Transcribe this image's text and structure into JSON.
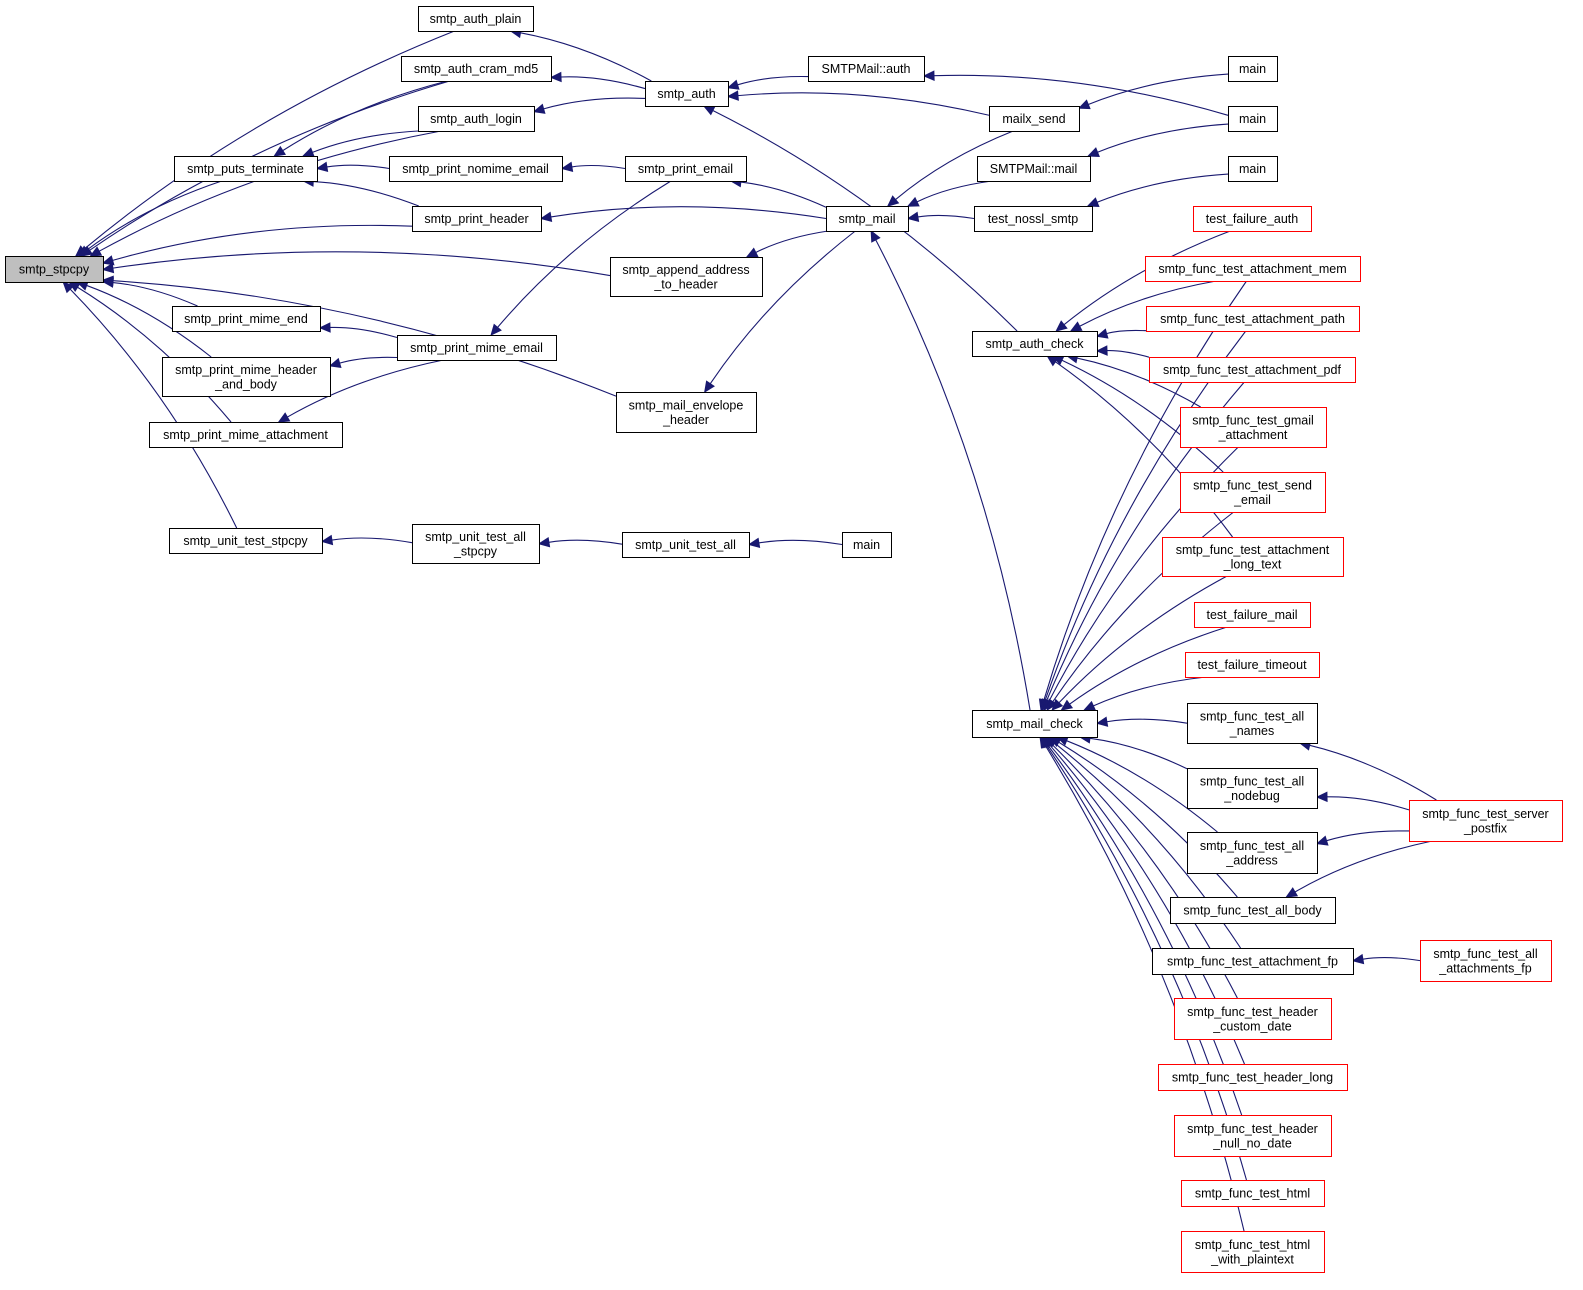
{
  "diagram": {
    "type": "call-graph",
    "root": "smtp_stpcpy",
    "colors": {
      "edge": "#191970",
      "root_fill": "#bfbfbf",
      "node_border": "#000000",
      "truncated_border": "#ff0000"
    },
    "nodes": [
      {
        "id": "stpcpy",
        "lines": [
          "smtp_stpcpy"
        ],
        "kind": "root"
      },
      {
        "id": "auth_plain",
        "lines": [
          "smtp_auth_plain"
        ]
      },
      {
        "id": "auth_cram",
        "lines": [
          "smtp_auth_cram_md5"
        ]
      },
      {
        "id": "auth_login",
        "lines": [
          "smtp_auth_login"
        ]
      },
      {
        "id": "puts_term",
        "lines": [
          "smtp_puts_terminate"
        ]
      },
      {
        "id": "print_nomime",
        "lines": [
          "smtp_print_nomime_email"
        ]
      },
      {
        "id": "print_header",
        "lines": [
          "smtp_print_header"
        ]
      },
      {
        "id": "append_addr",
        "lines": [
          "smtp_append_address",
          "_to_header"
        ]
      },
      {
        "id": "mime_end",
        "lines": [
          "smtp_print_mime_end"
        ]
      },
      {
        "id": "mime_hdr_body",
        "lines": [
          "smtp_print_mime_header",
          "_and_body"
        ]
      },
      {
        "id": "mime_email",
        "lines": [
          "smtp_print_mime_email"
        ]
      },
      {
        "id": "mime_attach",
        "lines": [
          "smtp_print_mime_attachment"
        ]
      },
      {
        "id": "env_header",
        "lines": [
          "smtp_mail_envelope",
          "_header"
        ]
      },
      {
        "id": "unit_stpcpy",
        "lines": [
          "smtp_unit_test_stpcpy"
        ]
      },
      {
        "id": "unit_all_stpcpy",
        "lines": [
          "smtp_unit_test_all",
          "_stpcpy"
        ]
      },
      {
        "id": "unit_all",
        "lines": [
          "smtp_unit_test_all"
        ]
      },
      {
        "id": "main_unit",
        "lines": [
          "main"
        ]
      },
      {
        "id": "smtp_auth",
        "lines": [
          "smtp_auth"
        ]
      },
      {
        "id": "print_email",
        "lines": [
          "smtp_print_email"
        ]
      },
      {
        "id": "smtp_mail",
        "lines": [
          "smtp_mail"
        ]
      },
      {
        "id": "smtpmail_auth",
        "lines": [
          "SMTPMail::auth"
        ]
      },
      {
        "id": "mailx_send",
        "lines": [
          "mailx_send"
        ]
      },
      {
        "id": "smtpmail_mail",
        "lines": [
          "SMTPMail::mail"
        ]
      },
      {
        "id": "nossl",
        "lines": [
          "test_nossl_smtp"
        ]
      },
      {
        "id": "main1",
        "lines": [
          "main"
        ]
      },
      {
        "id": "main2",
        "lines": [
          "main"
        ]
      },
      {
        "id": "main3",
        "lines": [
          "main"
        ]
      },
      {
        "id": "auth_check",
        "lines": [
          "smtp_auth_check"
        ]
      },
      {
        "id": "mail_check",
        "lines": [
          "smtp_mail_check"
        ]
      },
      {
        "id": "tf_auth",
        "lines": [
          "test_failure_auth"
        ],
        "kind": "truncated"
      },
      {
        "id": "att_mem",
        "lines": [
          "smtp_func_test_attachment_mem"
        ],
        "kind": "truncated"
      },
      {
        "id": "att_path",
        "lines": [
          "smtp_func_test_attachment_path"
        ],
        "kind": "truncated"
      },
      {
        "id": "att_pdf",
        "lines": [
          "smtp_func_test_attachment_pdf"
        ],
        "kind": "truncated"
      },
      {
        "id": "gmail_att",
        "lines": [
          "smtp_func_test_gmail",
          "_attachment"
        ],
        "kind": "truncated"
      },
      {
        "id": "send_email",
        "lines": [
          "smtp_func_test_send",
          "_email"
        ],
        "kind": "truncated"
      },
      {
        "id": "att_long",
        "lines": [
          "smtp_func_test_attachment",
          "_long_text"
        ],
        "kind": "truncated"
      },
      {
        "id": "tf_mail",
        "lines": [
          "test_failure_mail"
        ],
        "kind": "truncated"
      },
      {
        "id": "tf_timeout",
        "lines": [
          "test_failure_timeout"
        ],
        "kind": "truncated"
      },
      {
        "id": "all_names",
        "lines": [
          "smtp_func_test_all",
          "_names"
        ]
      },
      {
        "id": "all_nodebug",
        "lines": [
          "smtp_func_test_all",
          "_nodebug"
        ]
      },
      {
        "id": "all_address",
        "lines": [
          "smtp_func_test_all",
          "_address"
        ]
      },
      {
        "id": "all_body",
        "lines": [
          "smtp_func_test_all_body"
        ]
      },
      {
        "id": "att_fp",
        "lines": [
          "smtp_func_test_attachment_fp"
        ]
      },
      {
        "id": "hdr_custom",
        "lines": [
          "smtp_func_test_header",
          "_custom_date"
        ],
        "kind": "truncated"
      },
      {
        "id": "hdr_long",
        "lines": [
          "smtp_func_test_header_long"
        ],
        "kind": "truncated"
      },
      {
        "id": "hdr_null",
        "lines": [
          "smtp_func_test_header",
          "_null_no_date"
        ],
        "kind": "truncated"
      },
      {
        "id": "html",
        "lines": [
          "smtp_func_test_html"
        ],
        "kind": "truncated"
      },
      {
        "id": "html_plain",
        "lines": [
          "smtp_func_test_html",
          "_with_plaintext"
        ],
        "kind": "truncated"
      },
      {
        "id": "server_postfix",
        "lines": [
          "smtp_func_test_server",
          "_postfix"
        ],
        "kind": "truncated"
      },
      {
        "id": "all_att_fp",
        "lines": [
          "smtp_func_test_all",
          "_attachments_fp"
        ],
        "kind": "truncated"
      }
    ],
    "edges": [
      [
        "auth_plain",
        "stpcpy"
      ],
      [
        "auth_cram",
        "stpcpy"
      ],
      [
        "auth_login",
        "stpcpy"
      ],
      [
        "puts_term",
        "stpcpy"
      ],
      [
        "print_header",
        "stpcpy"
      ],
      [
        "append_addr",
        "stpcpy"
      ],
      [
        "mime_end",
        "stpcpy"
      ],
      [
        "mime_hdr_body",
        "stpcpy"
      ],
      [
        "mime_attach",
        "stpcpy"
      ],
      [
        "env_header",
        "stpcpy"
      ],
      [
        "unit_stpcpy",
        "stpcpy"
      ],
      [
        "auth_cram",
        "puts_term"
      ],
      [
        "auth_login",
        "puts_term"
      ],
      [
        "print_nomime",
        "puts_term"
      ],
      [
        "print_header",
        "puts_term"
      ],
      [
        "smtp_auth",
        "auth_plain"
      ],
      [
        "smtp_auth",
        "auth_cram"
      ],
      [
        "smtp_auth",
        "auth_login"
      ],
      [
        "print_email",
        "print_nomime"
      ],
      [
        "smtp_mail",
        "print_header"
      ],
      [
        "smtp_mail",
        "append_addr"
      ],
      [
        "mime_email",
        "mime_end"
      ],
      [
        "mime_email",
        "mime_hdr_body"
      ],
      [
        "mime_email",
        "mime_attach"
      ],
      [
        "print_email",
        "mime_email"
      ],
      [
        "smtp_mail",
        "print_email"
      ],
      [
        "smtp_mail",
        "env_header"
      ],
      [
        "unit_all_stpcpy",
        "unit_stpcpy"
      ],
      [
        "unit_all",
        "unit_all_stpcpy"
      ],
      [
        "main_unit",
        "unit_all"
      ],
      [
        "smtpmail_auth",
        "smtp_auth"
      ],
      [
        "mailx_send",
        "smtp_auth"
      ],
      [
        "auth_check",
        "smtp_auth"
      ],
      [
        "mailx_send",
        "smtp_mail"
      ],
      [
        "smtpmail_mail",
        "smtp_mail"
      ],
      [
        "nossl",
        "smtp_mail"
      ],
      [
        "mail_check",
        "smtp_mail"
      ],
      [
        "main2",
        "smtpmail_auth"
      ],
      [
        "main1",
        "mailx_send"
      ],
      [
        "main2",
        "smtpmail_mail"
      ],
      [
        "main3",
        "nossl"
      ],
      [
        "tf_auth",
        "auth_check"
      ],
      [
        "att_mem",
        "auth_check"
      ],
      [
        "att_path",
        "auth_check"
      ],
      [
        "att_pdf",
        "auth_check"
      ],
      [
        "gmail_att",
        "auth_check"
      ],
      [
        "send_email",
        "auth_check"
      ],
      [
        "att_long",
        "auth_check"
      ],
      [
        "att_mem",
        "mail_check"
      ],
      [
        "att_path",
        "mail_check"
      ],
      [
        "att_pdf",
        "mail_check"
      ],
      [
        "gmail_att",
        "mail_check"
      ],
      [
        "send_email",
        "mail_check"
      ],
      [
        "att_long",
        "mail_check"
      ],
      [
        "tf_mail",
        "mail_check"
      ],
      [
        "tf_timeout",
        "mail_check"
      ],
      [
        "all_names",
        "mail_check"
      ],
      [
        "all_nodebug",
        "mail_check"
      ],
      [
        "all_address",
        "mail_check"
      ],
      [
        "all_body",
        "mail_check"
      ],
      [
        "att_fp",
        "mail_check"
      ],
      [
        "hdr_custom",
        "mail_check"
      ],
      [
        "hdr_long",
        "mail_check"
      ],
      [
        "hdr_null",
        "mail_check"
      ],
      [
        "html",
        "mail_check"
      ],
      [
        "html_plain",
        "mail_check"
      ],
      [
        "server_postfix",
        "all_names"
      ],
      [
        "server_postfix",
        "all_nodebug"
      ],
      [
        "server_postfix",
        "all_address"
      ],
      [
        "server_postfix",
        "all_body"
      ],
      [
        "all_att_fp",
        "att_fp"
      ]
    ]
  }
}
